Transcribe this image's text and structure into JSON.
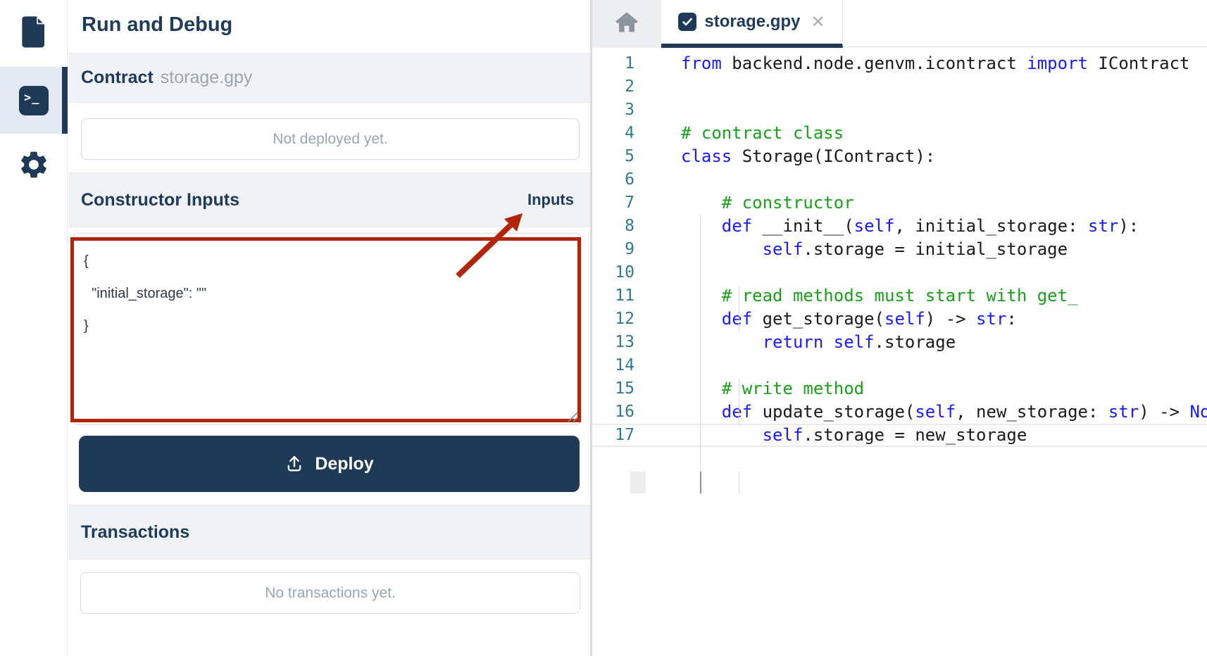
{
  "colors": {
    "navy": "#1e3a56",
    "annotation_red": "#b02508",
    "section_band_bg": "#f0f2f5",
    "keyword_blue": "#1a1aff",
    "comment_green": "#18a018",
    "line_number_teal": "#31798f",
    "muted_gray": "#9aa5b2"
  },
  "sidebar": {
    "items": [
      {
        "name": "files",
        "icon": "file-icon",
        "active": false
      },
      {
        "name": "run-and-debug",
        "icon": "terminal-icon",
        "active": true,
        "glyph": ">_"
      },
      {
        "name": "settings",
        "icon": "gear-icon",
        "active": false
      }
    ]
  },
  "panel": {
    "title": "Run and Debug",
    "contract": {
      "label": "Contract",
      "filename": "storage.gpy",
      "status_placeholder": "Not deployed yet."
    },
    "constructor": {
      "label": "Constructor Inputs",
      "badge": "Inputs",
      "input_value": "{\n  \"initial_storage\": \"\"\n}"
    },
    "deploy": {
      "label": "Deploy",
      "icon": "upload-icon"
    },
    "transactions": {
      "label": "Transactions",
      "empty_text": "No transactions yet."
    }
  },
  "editor": {
    "home_tab": {
      "icon": "home-icon"
    },
    "active_tab": {
      "filename": "storage.gpy",
      "badge_icon": "check-badge-icon",
      "close_glyph": "✕"
    },
    "code": {
      "lines": [
        {
          "n": 1,
          "tokens": [
            {
              "t": "k",
              "s": "from"
            },
            {
              "t": "p",
              "s": " backend.node.genvm.icontract "
            },
            {
              "t": "k",
              "s": "import"
            },
            {
              "t": "p",
              "s": " IContract"
            }
          ]
        },
        {
          "n": 2,
          "tokens": []
        },
        {
          "n": 3,
          "tokens": []
        },
        {
          "n": 4,
          "tokens": [
            {
              "t": "c",
              "s": "# contract class"
            }
          ]
        },
        {
          "n": 5,
          "tokens": [
            {
              "t": "k",
              "s": "class"
            },
            {
              "t": "p",
              "s": " Storage(IContract):"
            }
          ]
        },
        {
          "n": 6,
          "tokens": []
        },
        {
          "n": 7,
          "tokens": [
            {
              "t": "c",
              "s": "    # constructor"
            }
          ]
        },
        {
          "n": 8,
          "tokens": [
            {
              "t": "p",
              "s": "    "
            },
            {
              "t": "k",
              "s": "def"
            },
            {
              "t": "p",
              "s": " __init__("
            },
            {
              "t": "k",
              "s": "self"
            },
            {
              "t": "p",
              "s": ", initial_storage: "
            },
            {
              "t": "k",
              "s": "str"
            },
            {
              "t": "p",
              "s": "):"
            }
          ]
        },
        {
          "n": 9,
          "tokens": [
            {
              "t": "p",
              "s": "        "
            },
            {
              "t": "k",
              "s": "self"
            },
            {
              "t": "p",
              "s": ".storage = initial_storage"
            }
          ]
        },
        {
          "n": 10,
          "tokens": []
        },
        {
          "n": 11,
          "tokens": [
            {
              "t": "c",
              "s": "    # read methods must start with get_"
            }
          ]
        },
        {
          "n": 12,
          "tokens": [
            {
              "t": "p",
              "s": "    "
            },
            {
              "t": "k",
              "s": "def"
            },
            {
              "t": "p",
              "s": " get_storage("
            },
            {
              "t": "k",
              "s": "self"
            },
            {
              "t": "p",
              "s": ") -> "
            },
            {
              "t": "k",
              "s": "str"
            },
            {
              "t": "p",
              "s": ":"
            }
          ]
        },
        {
          "n": 13,
          "tokens": [
            {
              "t": "p",
              "s": "        "
            },
            {
              "t": "k",
              "s": "return"
            },
            {
              "t": "p",
              "s": " "
            },
            {
              "t": "k",
              "s": "self"
            },
            {
              "t": "p",
              "s": ".storage"
            }
          ]
        },
        {
          "n": 14,
          "tokens": []
        },
        {
          "n": 15,
          "tokens": [
            {
              "t": "c",
              "s": "    # write method"
            }
          ]
        },
        {
          "n": 16,
          "tokens": [
            {
              "t": "p",
              "s": "    "
            },
            {
              "t": "k",
              "s": "def"
            },
            {
              "t": "p",
              "s": " update_storage("
            },
            {
              "t": "k",
              "s": "self"
            },
            {
              "t": "p",
              "s": ", new_storage: "
            },
            {
              "t": "k",
              "s": "str"
            },
            {
              "t": "p",
              "s": ") -> "
            },
            {
              "t": "k",
              "s": "None:"
            }
          ]
        },
        {
          "n": 17,
          "tokens": [
            {
              "t": "p",
              "s": "        "
            },
            {
              "t": "k",
              "s": "self"
            },
            {
              "t": "p",
              "s": ".storage = new_storage"
            }
          ],
          "active": true
        }
      ]
    }
  }
}
